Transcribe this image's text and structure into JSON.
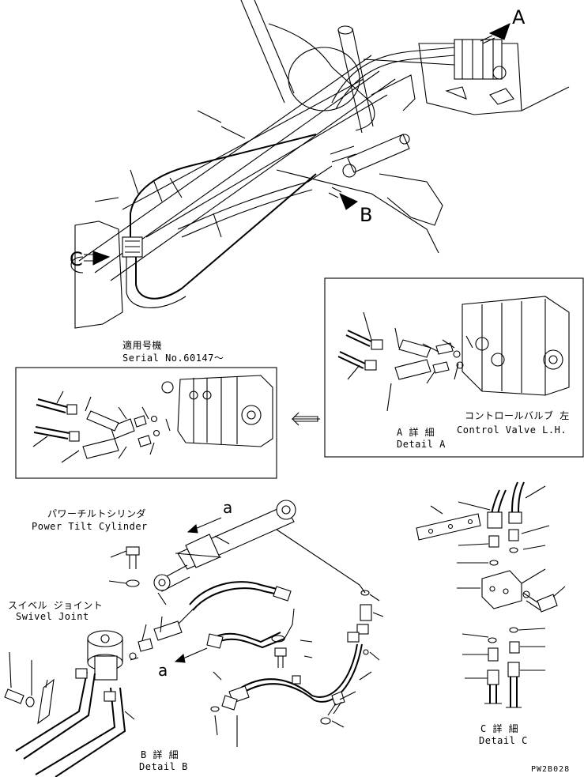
{
  "callouts": {
    "A": "A",
    "B": "B",
    "C": "C",
    "a_upper": "a",
    "a_lower": "a"
  },
  "serial_box": {
    "jp": "適用号機",
    "en": "Serial No.60147～"
  },
  "detail_a": {
    "jp": "コントロールバルブ 左",
    "jp_prefix": "A 詳 細",
    "en": "Control Valve L.H.",
    "en2": "Detail A"
  },
  "power_tilt": {
    "jp": "パワーチルトシリンダ",
    "en": "Power Tilt Cylinder"
  },
  "swivel": {
    "jp": "スイベル ジョイント",
    "en": "Swivel Joint"
  },
  "detail_b": {
    "jp": "B 詳 細",
    "en": "Detail B"
  },
  "detail_c": {
    "jp": "C 詳 細",
    "en": "Detail C"
  },
  "drawing_no": "PW2B028"
}
